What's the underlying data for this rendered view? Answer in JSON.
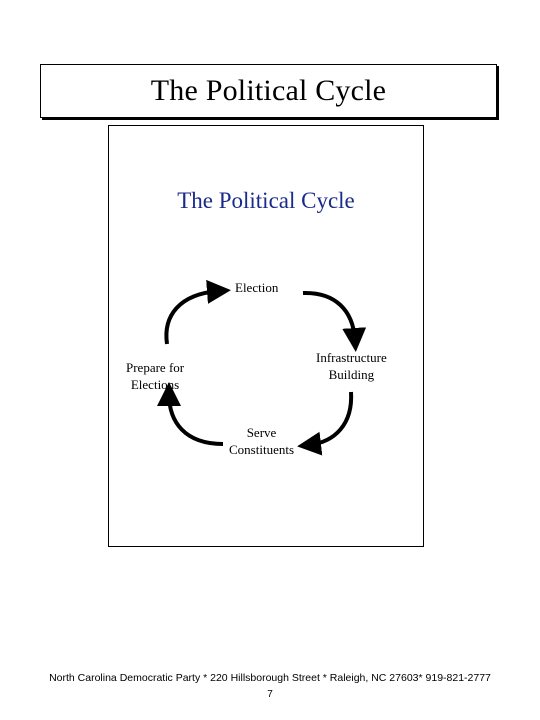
{
  "document": {
    "heading": "The Political Cycle"
  },
  "slide": {
    "title": "The Political Cycle",
    "title_color": "#1a2a8a",
    "stages": {
      "election": "Election",
      "infrastructure": [
        "Infrastructure",
        "Building"
      ],
      "serve": [
        "Serve",
        "Constituents"
      ],
      "prepare": [
        "Prepare for",
        "Elections"
      ]
    }
  },
  "footer": {
    "address": "North Carolina Democratic Party * 220 Hillsborough Street * Raleigh, NC 27603* 919-821-2777",
    "page_number": "7"
  }
}
